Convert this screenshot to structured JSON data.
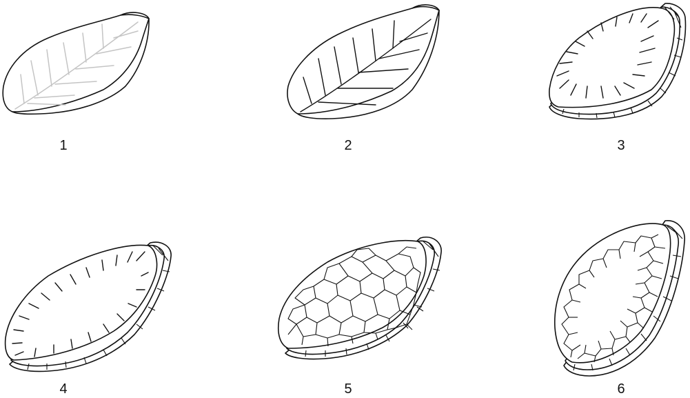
{
  "figure": {
    "panels": [
      {
        "label": "1",
        "pattern": "smooth-venation"
      },
      {
        "label": "2",
        "pattern": "dark-venation"
      },
      {
        "label": "3",
        "pattern": "radial-striations"
      },
      {
        "label": "4",
        "pattern": "marginal-striations"
      },
      {
        "label": "5",
        "pattern": "reticulate-cells"
      },
      {
        "label": "6",
        "pattern": "marginal-reticulation"
      }
    ]
  }
}
